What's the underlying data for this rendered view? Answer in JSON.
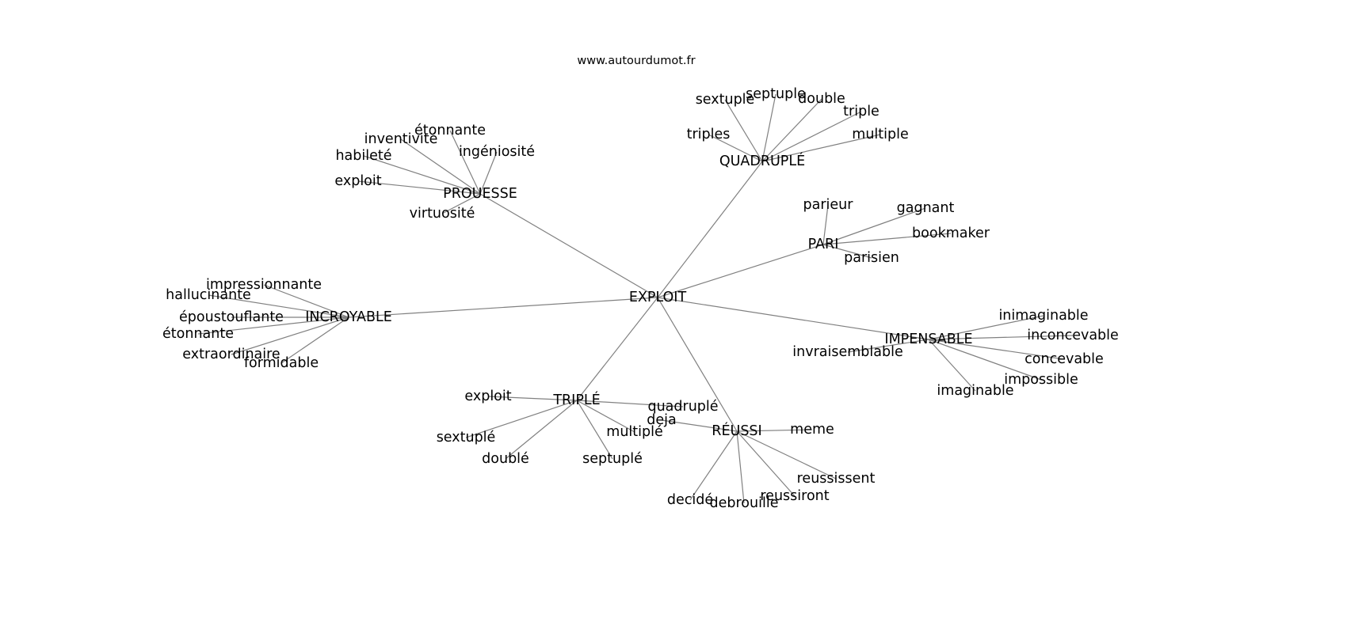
{
  "site": "www.autourdumot.fr",
  "colors": {
    "edge": "#808080",
    "text": "#000000",
    "background": "#ffffff"
  },
  "graph": {
    "nodes": [
      {
        "id": "exploit",
        "label": "EXPLOIT"
      },
      {
        "id": "prouesse",
        "label": "PROUESSE"
      },
      {
        "id": "quadruple",
        "label": "QUADRUPLÉ"
      },
      {
        "id": "pari",
        "label": "PARI"
      },
      {
        "id": "incroyable",
        "label": "INCROYABLE"
      },
      {
        "id": "impensable",
        "label": "IMPENSABLE"
      },
      {
        "id": "triple_cap",
        "label": "TRIPLÉ"
      },
      {
        "id": "reussi",
        "label": "RÉUSSI"
      },
      {
        "id": "p_etonnante",
        "label": "étonnante"
      },
      {
        "id": "p_inventivite",
        "label": "inventivité"
      },
      {
        "id": "p_habilete",
        "label": "habileté"
      },
      {
        "id": "p_ingeniosite",
        "label": "ingéniosité"
      },
      {
        "id": "p_exploit",
        "label": "exploit"
      },
      {
        "id": "p_virtuosite",
        "label": "virtuosité"
      },
      {
        "id": "q_sextuple",
        "label": "sextuple"
      },
      {
        "id": "q_septuple",
        "label": "septuple"
      },
      {
        "id": "q_double",
        "label": "double"
      },
      {
        "id": "q_triple",
        "label": "triple"
      },
      {
        "id": "q_triples",
        "label": "triples"
      },
      {
        "id": "q_multiple",
        "label": "multiple"
      },
      {
        "id": "pa_parieur",
        "label": "parieur"
      },
      {
        "id": "pa_gagnant",
        "label": "gagnant"
      },
      {
        "id": "pa_bookmaker",
        "label": "bookmaker"
      },
      {
        "id": "pa_parisien",
        "label": "parisien"
      },
      {
        "id": "i_impressionnante",
        "label": "impressionnante"
      },
      {
        "id": "i_hallucinante",
        "label": "hallucinante"
      },
      {
        "id": "i_epoustouflante",
        "label": "époustouflante"
      },
      {
        "id": "i_etonnante",
        "label": "étonnante"
      },
      {
        "id": "i_extraordinaire",
        "label": "extraordinaire"
      },
      {
        "id": "i_formidable",
        "label": "formidable"
      },
      {
        "id": "im_inimaginable",
        "label": "inimaginable"
      },
      {
        "id": "im_inconcevable",
        "label": "inconcevable"
      },
      {
        "id": "im_invraisemblable",
        "label": "invraisemblable"
      },
      {
        "id": "im_concevable",
        "label": "concevable"
      },
      {
        "id": "im_impossible",
        "label": "impossible"
      },
      {
        "id": "im_imaginable",
        "label": "imaginable"
      },
      {
        "id": "t_exploit",
        "label": "exploit"
      },
      {
        "id": "t_quadruple",
        "label": "quadruplé"
      },
      {
        "id": "t_sextuple",
        "label": "sextuplé"
      },
      {
        "id": "t_multiple",
        "label": "multiplé"
      },
      {
        "id": "t_double",
        "label": "doublé"
      },
      {
        "id": "t_septuple",
        "label": "septuplé"
      },
      {
        "id": "r_deja",
        "label": "deja"
      },
      {
        "id": "r_meme",
        "label": "meme"
      },
      {
        "id": "r_reussissent",
        "label": "reussissent"
      },
      {
        "id": "r_decide",
        "label": "decidé"
      },
      {
        "id": "r_debrouille",
        "label": "debrouille"
      },
      {
        "id": "r_reussiront",
        "label": "reussiront"
      }
    ],
    "edges": [
      [
        "exploit",
        "prouesse"
      ],
      [
        "exploit",
        "quadruple"
      ],
      [
        "exploit",
        "pari"
      ],
      [
        "exploit",
        "incroyable"
      ],
      [
        "exploit",
        "impensable"
      ],
      [
        "exploit",
        "triple_cap"
      ],
      [
        "exploit",
        "reussi"
      ],
      [
        "prouesse",
        "p_etonnante"
      ],
      [
        "prouesse",
        "p_inventivite"
      ],
      [
        "prouesse",
        "p_habilete"
      ],
      [
        "prouesse",
        "p_ingeniosite"
      ],
      [
        "prouesse",
        "p_exploit"
      ],
      [
        "prouesse",
        "p_virtuosite"
      ],
      [
        "quadruple",
        "q_sextuple"
      ],
      [
        "quadruple",
        "q_septuple"
      ],
      [
        "quadruple",
        "q_double"
      ],
      [
        "quadruple",
        "q_triple"
      ],
      [
        "quadruple",
        "q_triples"
      ],
      [
        "quadruple",
        "q_multiple"
      ],
      [
        "pari",
        "pa_parieur"
      ],
      [
        "pari",
        "pa_gagnant"
      ],
      [
        "pari",
        "pa_bookmaker"
      ],
      [
        "pari",
        "pa_parisien"
      ],
      [
        "incroyable",
        "i_impressionnante"
      ],
      [
        "incroyable",
        "i_hallucinante"
      ],
      [
        "incroyable",
        "i_epoustouflante"
      ],
      [
        "incroyable",
        "i_etonnante"
      ],
      [
        "incroyable",
        "i_extraordinaire"
      ],
      [
        "incroyable",
        "i_formidable"
      ],
      [
        "impensable",
        "im_inimaginable"
      ],
      [
        "impensable",
        "im_inconcevable"
      ],
      [
        "impensable",
        "im_invraisemblable"
      ],
      [
        "impensable",
        "im_concevable"
      ],
      [
        "impensable",
        "im_impossible"
      ],
      [
        "impensable",
        "im_imaginable"
      ],
      [
        "triple_cap",
        "t_exploit"
      ],
      [
        "triple_cap",
        "t_quadruple"
      ],
      [
        "triple_cap",
        "t_sextuple"
      ],
      [
        "triple_cap",
        "t_multiple"
      ],
      [
        "triple_cap",
        "t_double"
      ],
      [
        "triple_cap",
        "t_septuple"
      ],
      [
        "reussi",
        "r_deja"
      ],
      [
        "reussi",
        "r_meme"
      ],
      [
        "reussi",
        "r_reussissent"
      ],
      [
        "reussi",
        "r_decide"
      ],
      [
        "reussi",
        "r_debrouille"
      ],
      [
        "reussi",
        "r_reussiront"
      ]
    ]
  }
}
